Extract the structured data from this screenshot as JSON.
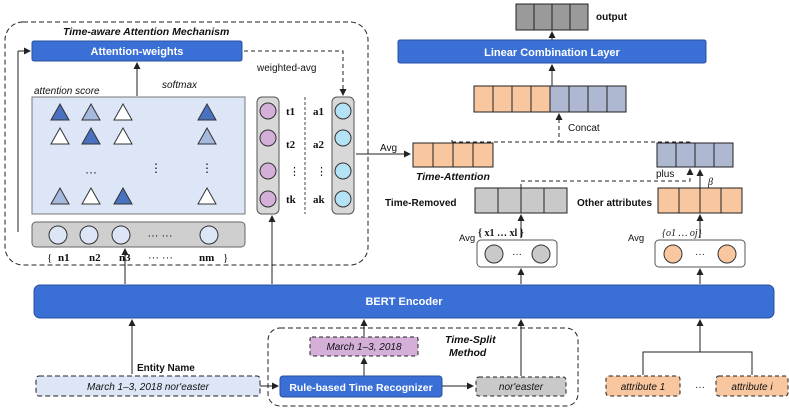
{
  "tam": {
    "title": "Time-aware Attention Mechanism",
    "attention_weights": "Attention-weights",
    "softmax": "softmax",
    "attention_score": "attention score",
    "weighted_avg": "weighted-avg",
    "dots": "⋮",
    "hdots": "···",
    "n_lbrace": "{",
    "n_rbrace": "}",
    "n_labels": [
      "n1",
      "n2",
      "n3",
      "··· ···",
      "nm"
    ],
    "t_labels": [
      "t1",
      "t2",
      "⋮",
      "tk"
    ],
    "a_labels": [
      "a1",
      "a2",
      "⋮",
      "ak"
    ]
  },
  "right": {
    "output": "output",
    "linear_layer": "Linear Combination Layer",
    "concat": "Concat",
    "avg_top": "Avg",
    "time_attention": "Time-Attention",
    "plus": "plus",
    "beta": "β",
    "time_removed": "Time-Removed",
    "other_attributes": "Other attributes",
    "avg_x": "Avg",
    "avg_o": "Avg",
    "x_set": "{ x1  …  xl }",
    "o_set": "{o1  …  oj}"
  },
  "bert": {
    "label": "BERT  Encoder"
  },
  "bottom": {
    "entity_name": "Entity Name",
    "entity_input": "March 1–3, 2018 nor'easter",
    "time_split_title_1": "Time-Split",
    "time_split_title_2": "Method",
    "date_chip": "March 1–3, 2018",
    "recognizer": "Rule-based Time Recognizer",
    "noreaster": "nor'easter",
    "attribute_1": "attribute 1",
    "attribute_dots": "···",
    "attribute_i": "attribute i"
  },
  "colors": {
    "blue_main": "#3a6fd6",
    "blue_light": "#dce6f7",
    "orange": "#f8c7a0",
    "slate": "#aeb8d0",
    "gray": "#c9c9c9",
    "purple": "#d4b0d8",
    "cyan": "#b5e3f6"
  }
}
